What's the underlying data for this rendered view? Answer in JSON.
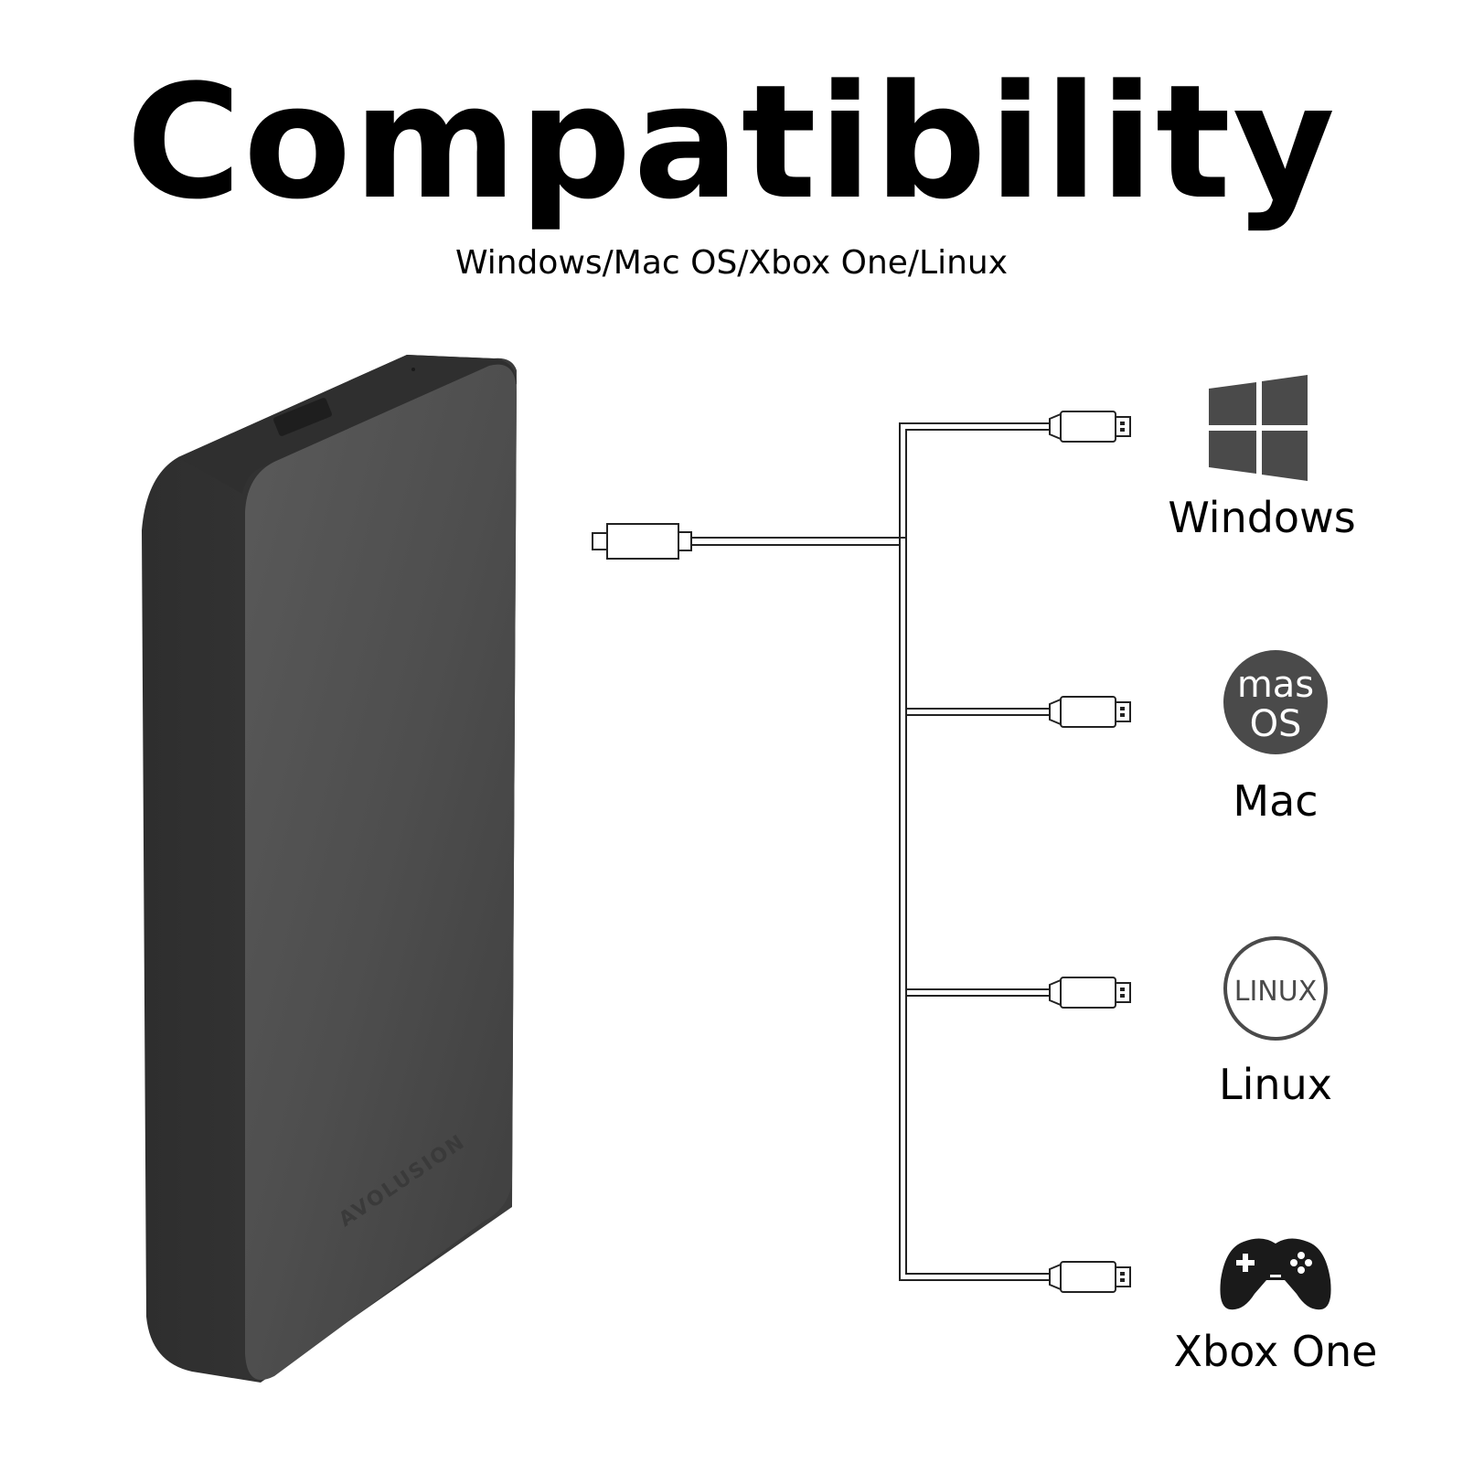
{
  "heading": "Compatibility",
  "subheading": "Windows/Mac OS/Xbox One/Linux",
  "device": {
    "brand": "AVOLUSION"
  },
  "os_list": [
    {
      "label": "Windows",
      "icon": "windows-logo-icon"
    },
    {
      "label": "Mac",
      "icon": "mac-os-badge-icon",
      "badge_line1": "mas",
      "badge_line2": "OS"
    },
    {
      "label": "Linux",
      "icon": "linux-badge-icon",
      "badge": "LINUX"
    },
    {
      "label": "Xbox One",
      "icon": "gamepad-icon"
    }
  ],
  "colors": {
    "icon_gray": "#4a4a4a",
    "device_dark": "#3a3a3a",
    "device_face": "#4d4d4d"
  }
}
